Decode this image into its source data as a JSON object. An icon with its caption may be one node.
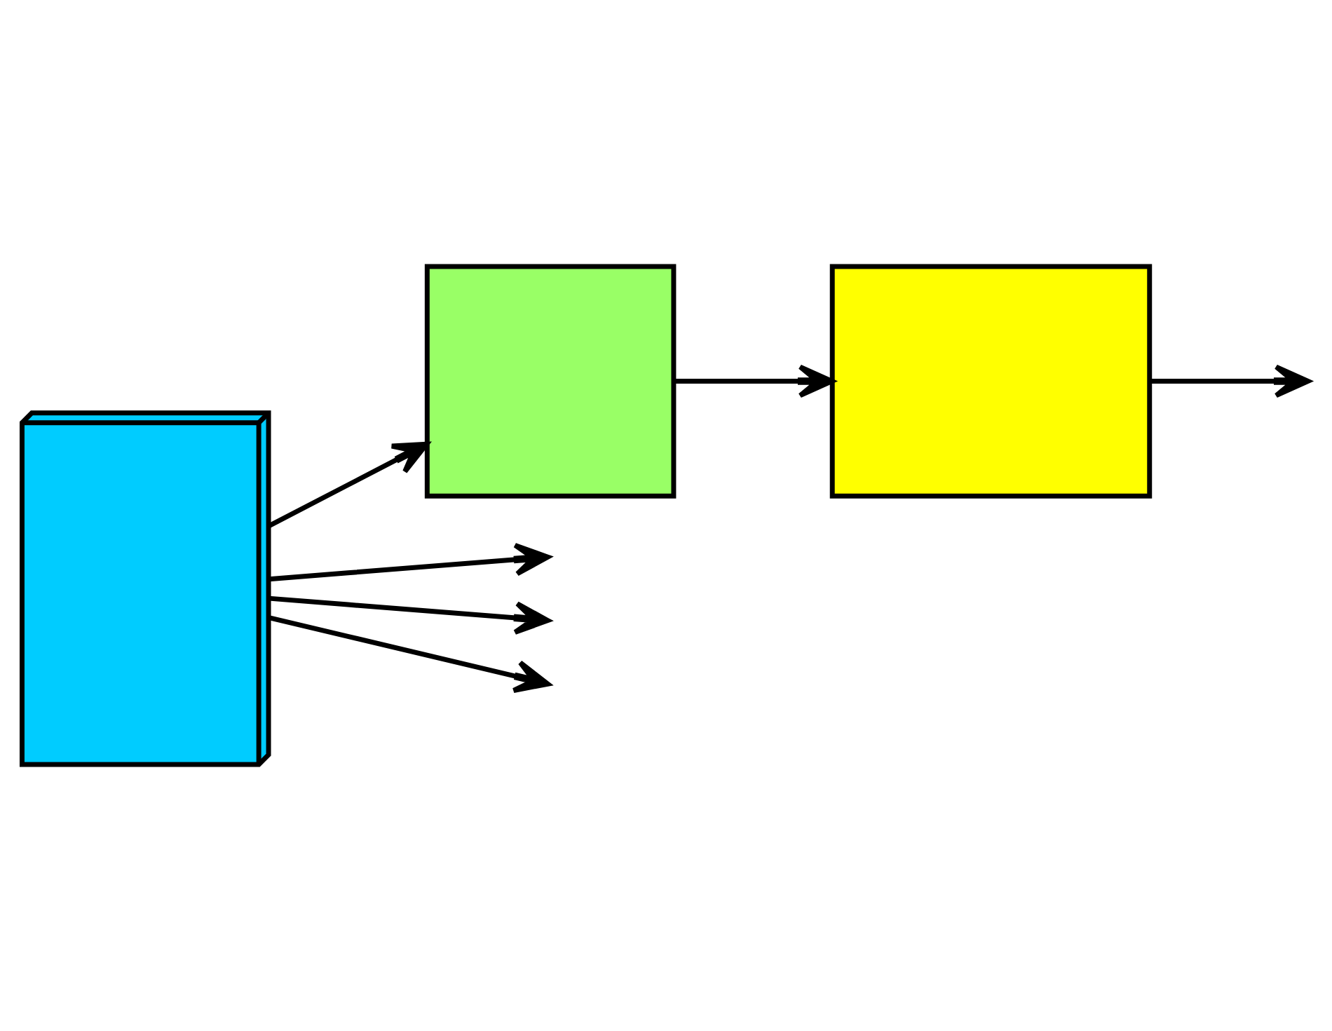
{
  "diagram": {
    "nodes": [
      {
        "text": [],
        "shape": "cube"
      },
      {
        "text": [],
        "shape": "box"
      },
      {
        "text": [],
        "shape": "box"
      }
    ],
    "edges": [
      {
        "from": 0,
        "to": null,
        "arrow": "to"
      },
      {
        "from": 0,
        "to": null,
        "arrow": "to"
      },
      {
        "from": 0,
        "to": null,
        "arrow": "to"
      },
      {
        "from": 0,
        "to": 1,
        "arrow": "to"
      },
      {
        "from": 1,
        "to": 2,
        "arrow": "to"
      },
      {
        "from": 2,
        "to": null,
        "arrow": "to"
      }
    ]
  }
}
